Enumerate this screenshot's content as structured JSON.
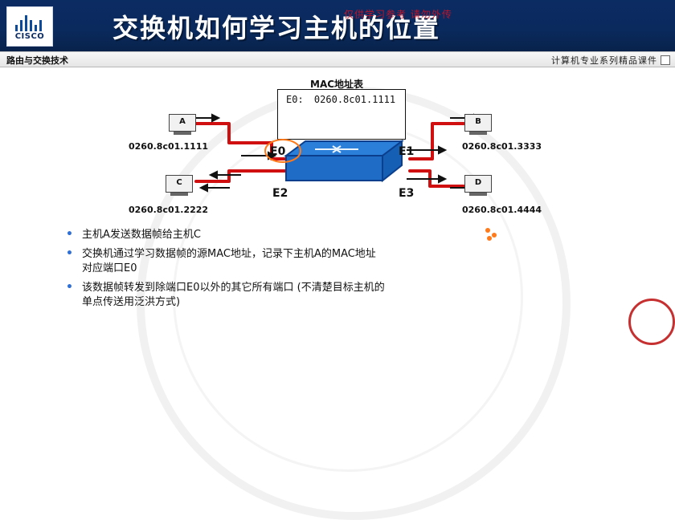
{
  "header": {
    "title": "交换机如何学习主机的位置",
    "overlay_text": "仅供学习参考  请勿外传",
    "logo": {
      "text": "CISCO",
      "icon": "cisco-logo-icon"
    }
  },
  "subheader": {
    "left": "路由与交换技术",
    "right": "计算机专业系列精品课件"
  },
  "diagram": {
    "mac_table": {
      "title": "MAC地址表",
      "entries": [
        {
          "port": "E0:",
          "mac": "0260.8c01.1111"
        }
      ]
    },
    "hosts": [
      {
        "id": "A",
        "label": "A",
        "address": "0260.8c01.1111"
      },
      {
        "id": "B",
        "label": "B",
        "address": "0260.8c01.3333"
      },
      {
        "id": "C",
        "label": "C",
        "address": "0260.8c01.2222"
      },
      {
        "id": "D",
        "label": "D",
        "address": "0260.8c01.4444"
      }
    ],
    "ports": [
      {
        "id": "E0",
        "label": "E0"
      },
      {
        "id": "E1",
        "label": "E1"
      },
      {
        "id": "E2",
        "label": "E2"
      },
      {
        "id": "E3",
        "label": "E3"
      }
    ],
    "colors": {
      "link_red": "#d01010",
      "switch_blue": "#2b7fd8",
      "switch_dark": "#0b3f8d",
      "highlight_orange": "#ff7a1a"
    }
  },
  "bullets": [
    {
      "text": "主机A发送数据帧给主机C"
    },
    {
      "text_line1": "交换机通过学习数据帧的源MAC地址，记录下主机A的MAC地址",
      "text_line2": "对应端口E0"
    },
    {
      "text_line1": "该数据帧转发到除端口E0以外的其它所有端口 (不清楚目标主机的",
      "text_line2": "单点传送用泛洪方式)"
    }
  ]
}
